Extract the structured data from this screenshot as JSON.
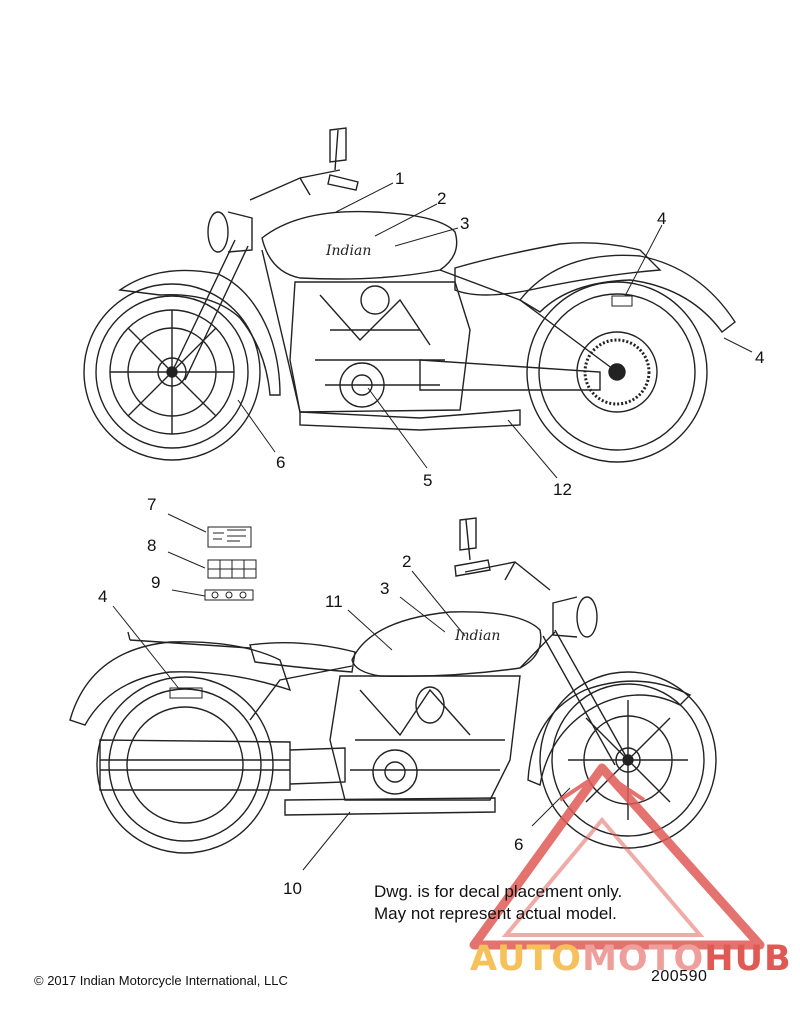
{
  "callouts_top": [
    {
      "id": "1",
      "label": "1"
    },
    {
      "id": "2",
      "label": "2"
    },
    {
      "id": "3",
      "label": "3"
    },
    {
      "id": "4a",
      "label": "4"
    },
    {
      "id": "4b",
      "label": "4"
    },
    {
      "id": "6",
      "label": "6"
    },
    {
      "id": "5",
      "label": "5"
    },
    {
      "id": "12",
      "label": "12"
    }
  ],
  "callouts_bottom": [
    {
      "id": "7",
      "label": "7"
    },
    {
      "id": "8",
      "label": "8"
    },
    {
      "id": "9",
      "label": "9"
    },
    {
      "id": "4",
      "label": "4"
    },
    {
      "id": "11",
      "label": "11"
    },
    {
      "id": "3",
      "label": "3"
    },
    {
      "id": "2",
      "label": "2"
    },
    {
      "id": "6",
      "label": "6"
    },
    {
      "id": "10",
      "label": "10"
    }
  ],
  "note": {
    "line1": "Dwg. is for decal placement only.",
    "line2": "May not represent actual model."
  },
  "copyright": "© 2017 Indian Motorcycle International, LLC",
  "drawing_number": "200590",
  "tank_logo": "Indian",
  "watermark": {
    "part1": "AUTO",
    "part2": "MOTO",
    "part3": "HUB",
    "colors": {
      "yellow": "#f6c05a",
      "pink": "#ef9f9b",
      "red": "#e05a55"
    }
  }
}
